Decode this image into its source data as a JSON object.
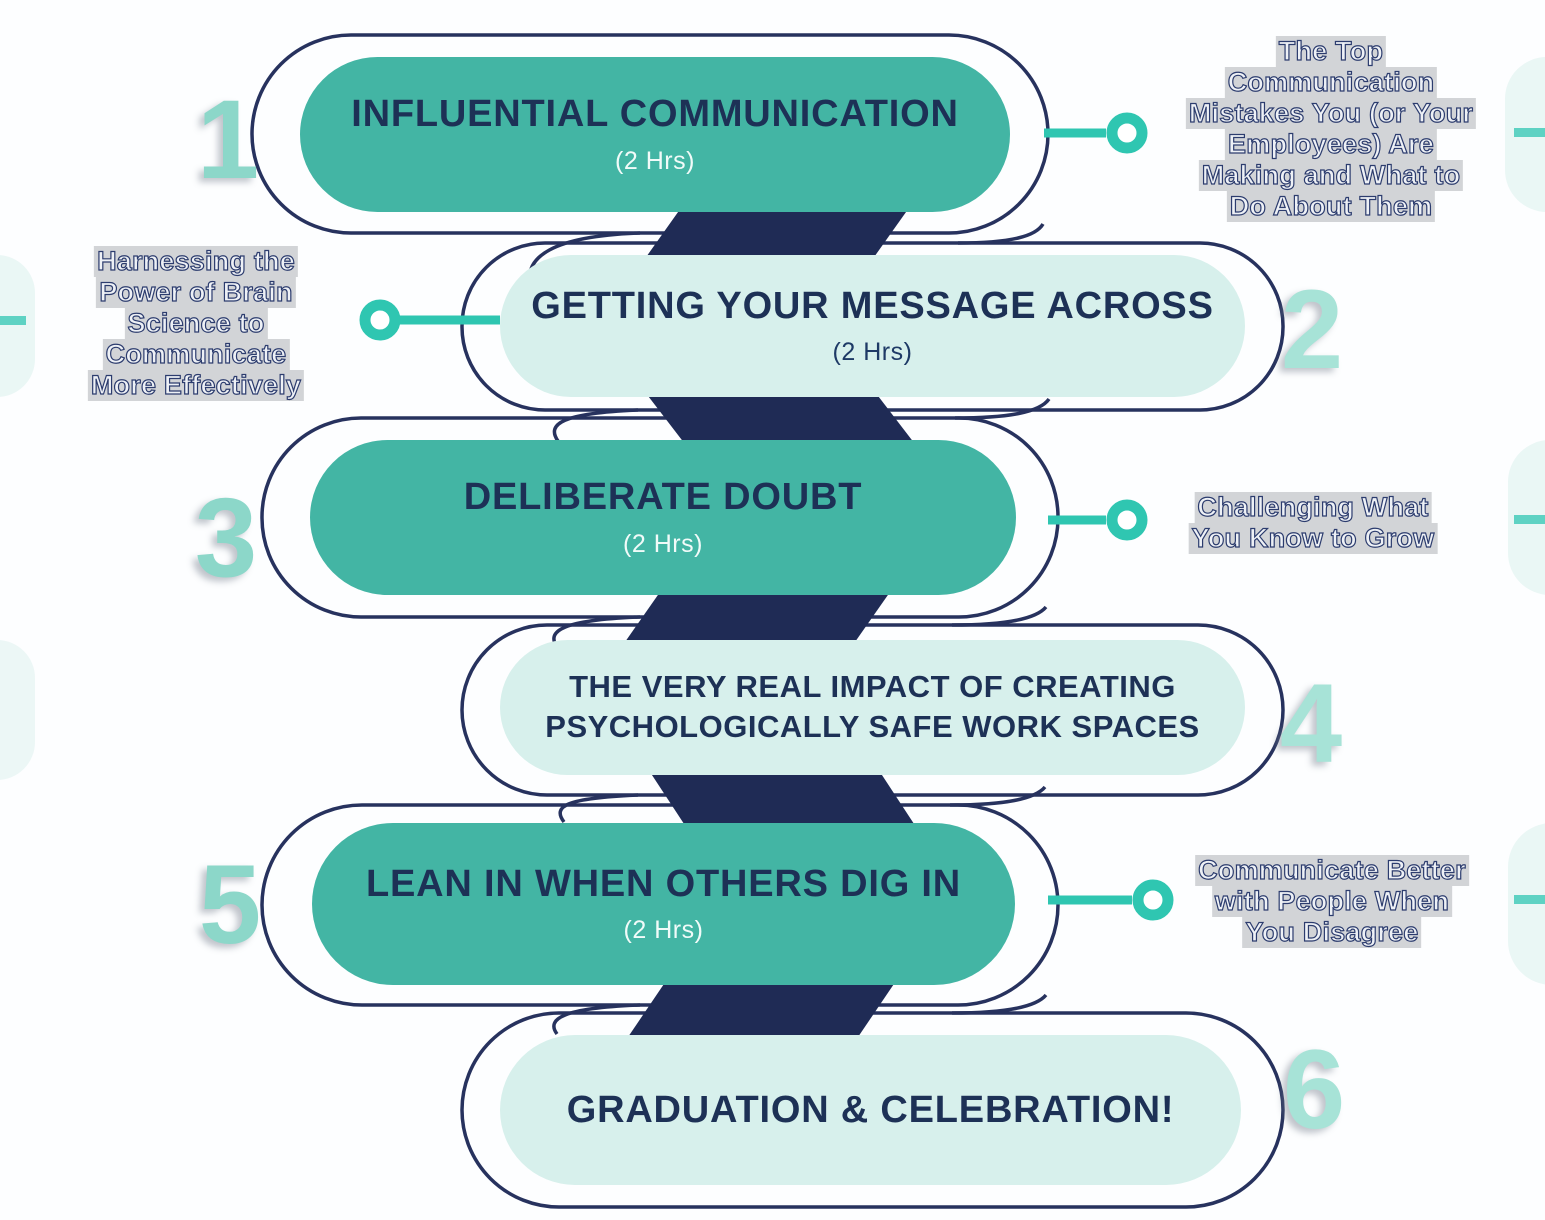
{
  "colors": {
    "teal_pill": "#43b5a4",
    "mint_pill": "#d7f0ec",
    "navy_ribbon": "#1f2b55",
    "navy_outline": "#27325e",
    "navy_text": "#1d3156",
    "accent_ring": "#2fc6b1",
    "step_number_left": "#8cd7c9",
    "step_number_right": "#a7e3d7"
  },
  "steps": [
    {
      "number": "1",
      "title_lines": [
        "INFLUENTIAL COMMUNICATION"
      ],
      "duration": "(2 Hrs)",
      "variant": "teal",
      "annotation_lines": [
        "The Top",
        "Communication",
        "Mistakes You (or Your",
        "Employees) Are",
        "Making and What to",
        "Do About Them"
      ]
    },
    {
      "number": "2",
      "title_lines": [
        "GETTING YOUR MESSAGE ACROSS"
      ],
      "duration": "(2 Hrs)",
      "variant": "mint",
      "annotation_lines": [
        "Harnessing the",
        "Power of Brain",
        "Science to",
        "Communicate",
        "More Effectively"
      ]
    },
    {
      "number": "3",
      "title_lines": [
        "DELIBERATE DOUBT"
      ],
      "duration": "(2 Hrs)",
      "variant": "teal",
      "annotation_lines": [
        "Challenging What",
        "You Know to Grow"
      ]
    },
    {
      "number": "4",
      "title_lines": [
        "THE VERY REAL IMPACT OF CREATING",
        "PSYCHOLOGICALLY SAFE WORK SPACES"
      ],
      "variant": "mint"
    },
    {
      "number": "5",
      "title_lines": [
        "LEAN IN WHEN OTHERS DIG IN"
      ],
      "duration": "(2 Hrs)",
      "variant": "teal",
      "annotation_lines": [
        "Communicate Better",
        "with People When",
        "You Disagree"
      ]
    },
    {
      "number": "6",
      "title_lines": [
        "GRADUATION & CELEBRATION!"
      ],
      "variant": "mint"
    }
  ]
}
